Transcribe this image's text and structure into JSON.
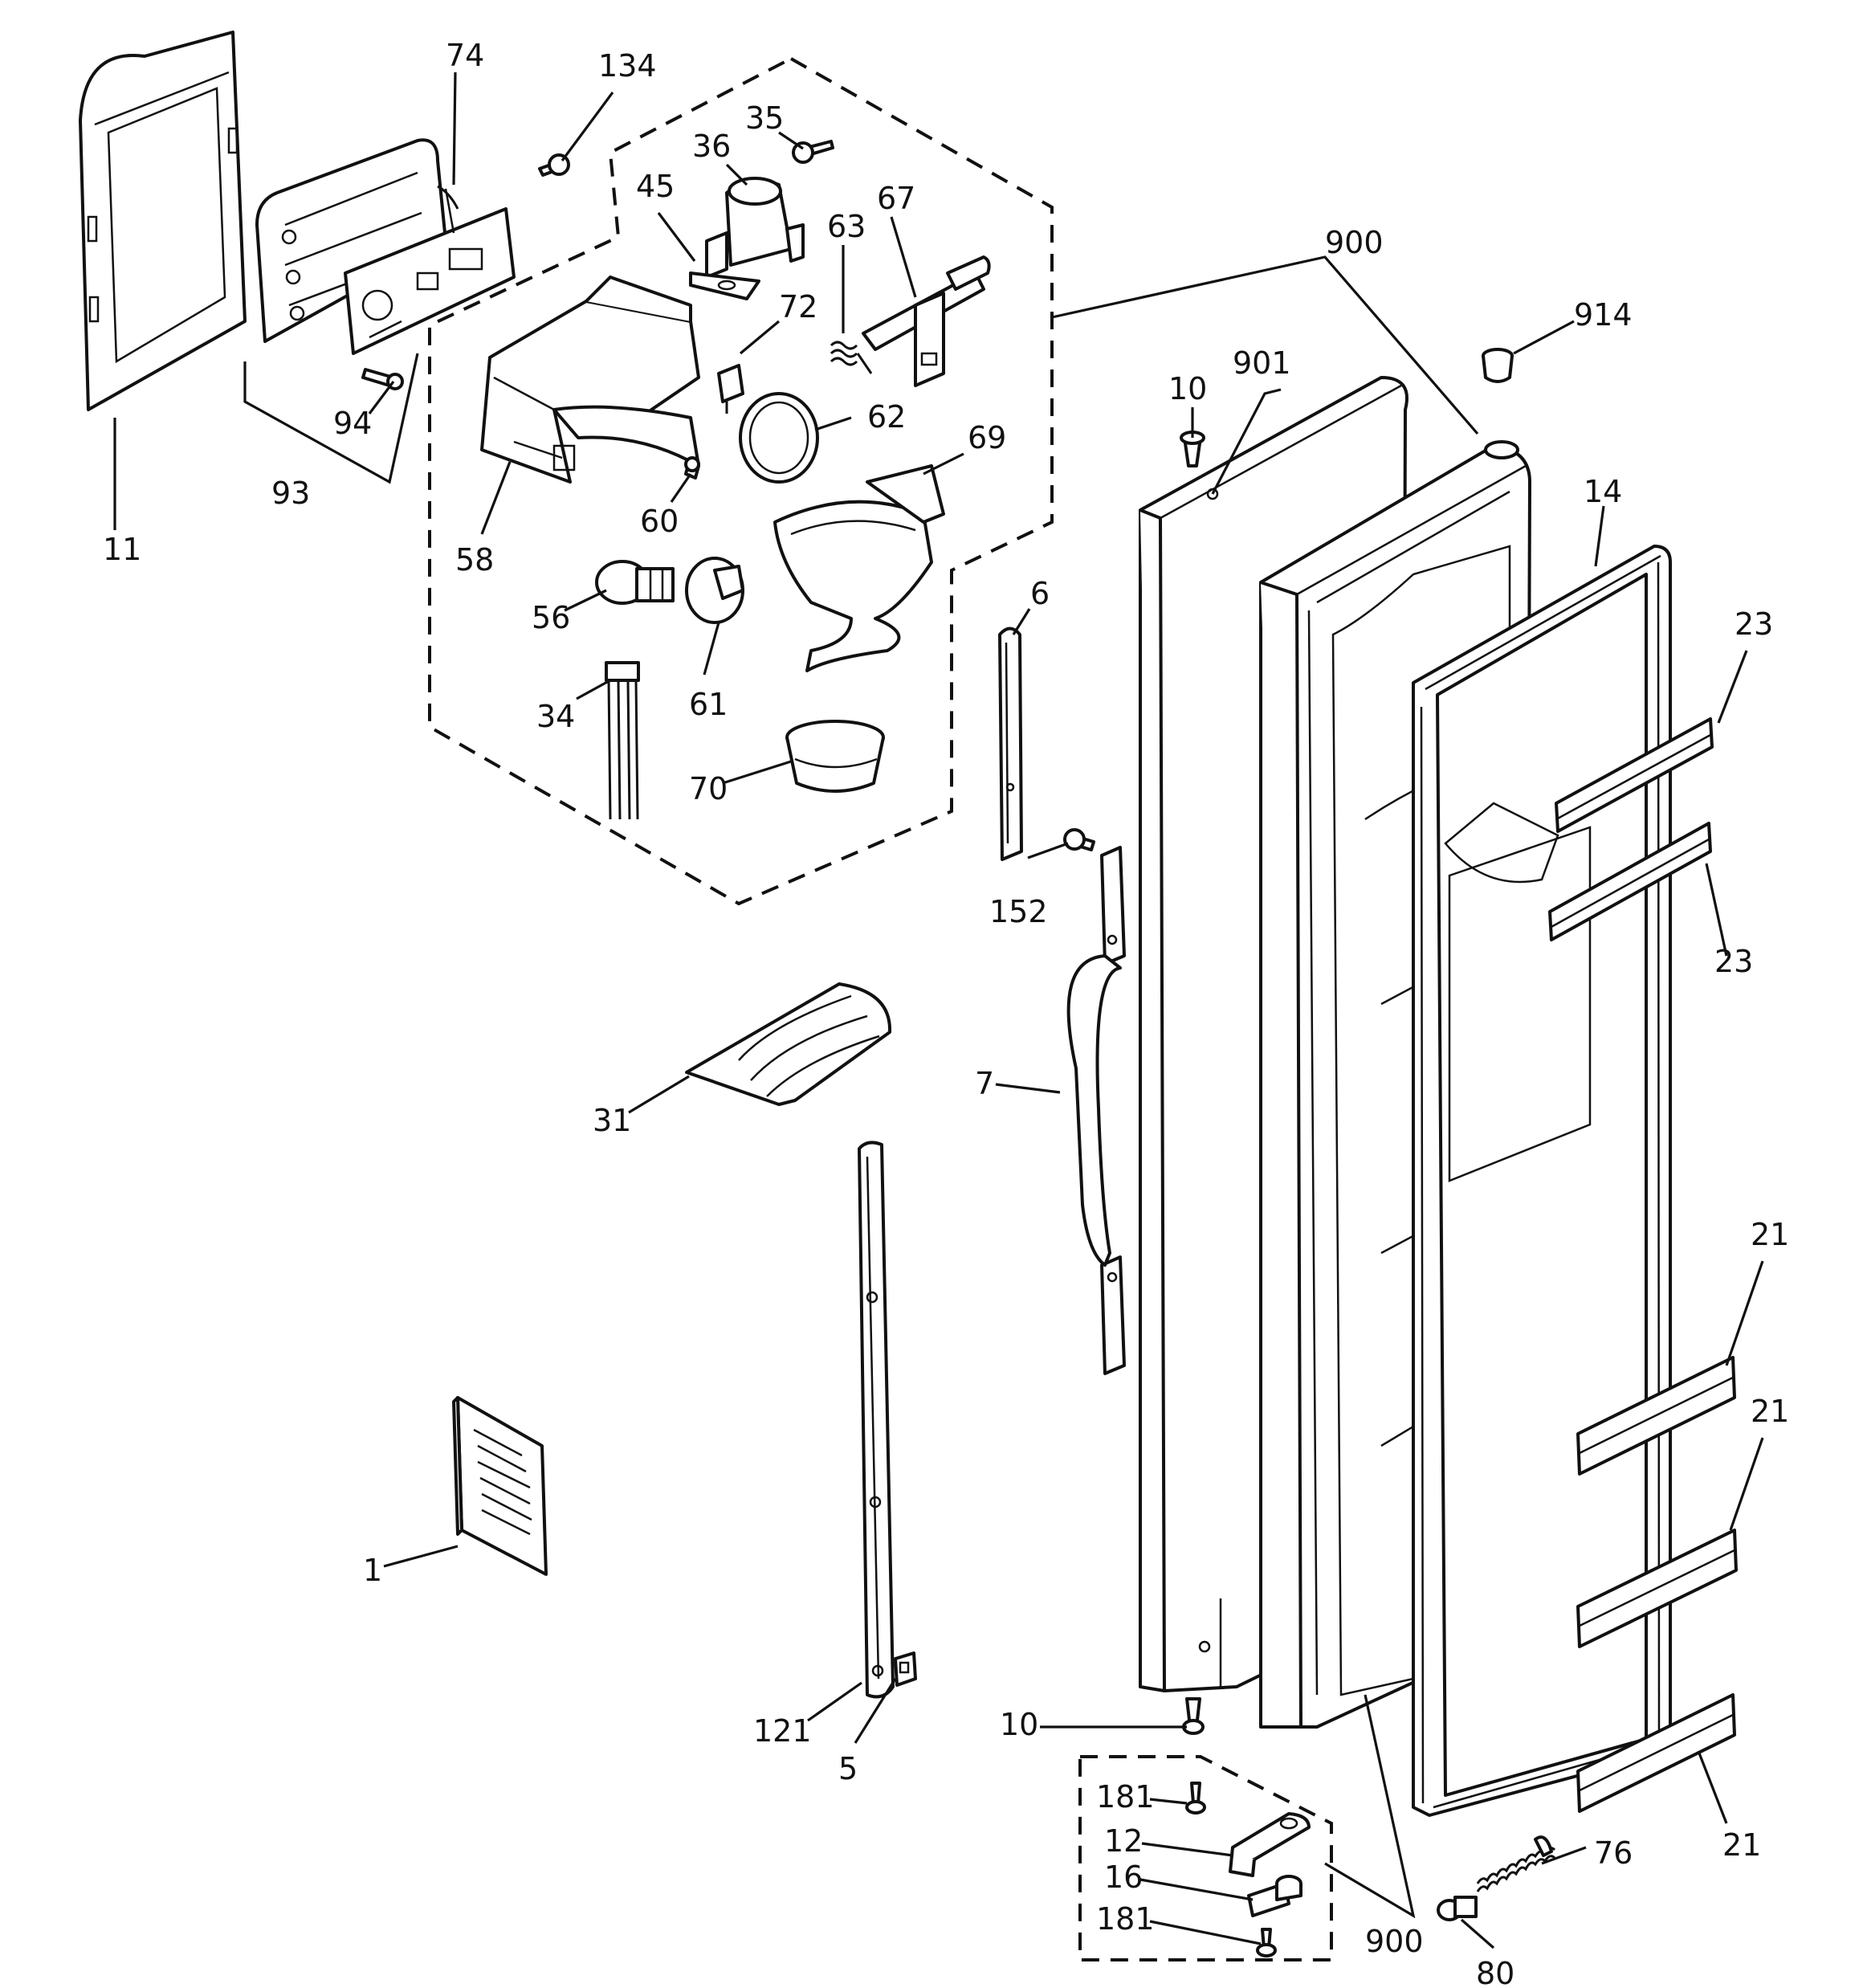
{
  "callouts": [
    {
      "id": "c11",
      "text": "11"
    },
    {
      "id": "c74",
      "text": "74"
    },
    {
      "id": "c134",
      "text": "134"
    },
    {
      "id": "c35",
      "text": "35"
    },
    {
      "id": "c36",
      "text": "36"
    },
    {
      "id": "c45",
      "text": "45"
    },
    {
      "id": "c67",
      "text": "67"
    },
    {
      "id": "c63",
      "text": "63"
    },
    {
      "id": "c72",
      "text": "72"
    },
    {
      "id": "c94",
      "text": "94"
    },
    {
      "id": "c93",
      "text": "93"
    },
    {
      "id": "c62",
      "text": "62"
    },
    {
      "id": "c69",
      "text": "69"
    },
    {
      "id": "c60",
      "text": "60"
    },
    {
      "id": "c58",
      "text": "58"
    },
    {
      "id": "c56",
      "text": "56"
    },
    {
      "id": "c61",
      "text": "61"
    },
    {
      "id": "c34",
      "text": "34"
    },
    {
      "id": "c70",
      "text": "70"
    },
    {
      "id": "c6",
      "text": "6"
    },
    {
      "id": "c152",
      "text": "152"
    },
    {
      "id": "c7",
      "text": "7"
    },
    {
      "id": "c31",
      "text": "31"
    },
    {
      "id": "c1",
      "text": "1"
    },
    {
      "id": "c121",
      "text": "121"
    },
    {
      "id": "c5",
      "text": "5"
    },
    {
      "id": "c900a",
      "text": "900"
    },
    {
      "id": "c901",
      "text": "901"
    },
    {
      "id": "c10a",
      "text": "10"
    },
    {
      "id": "c914",
      "text": "914"
    },
    {
      "id": "c14",
      "text": "14"
    },
    {
      "id": "c23a",
      "text": "23"
    },
    {
      "id": "c23b",
      "text": "23"
    },
    {
      "id": "c21a",
      "text": "21"
    },
    {
      "id": "c21b",
      "text": "21"
    },
    {
      "id": "c21c",
      "text": "21"
    },
    {
      "id": "c10b",
      "text": "10"
    },
    {
      "id": "c181a",
      "text": "181"
    },
    {
      "id": "c12",
      "text": "12"
    },
    {
      "id": "c16",
      "text": "16"
    },
    {
      "id": "c181b",
      "text": "181"
    },
    {
      "id": "c900b",
      "text": "900"
    },
    {
      "id": "c76",
      "text": "76"
    },
    {
      "id": "c80",
      "text": "80"
    }
  ]
}
